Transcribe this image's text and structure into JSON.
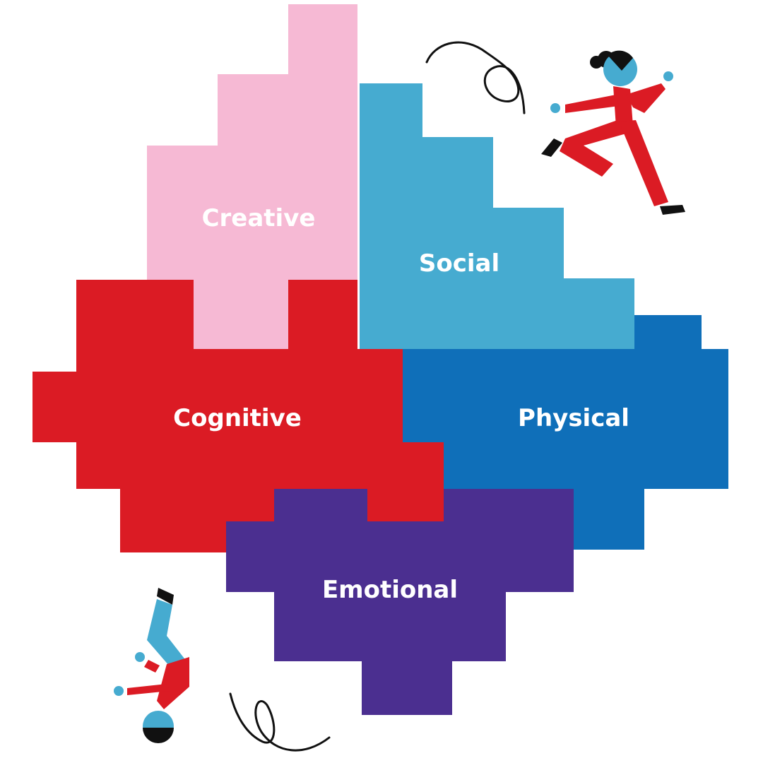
{
  "diagram": {
    "blocks": [
      {
        "id": "creative",
        "label": "Creative",
        "color": "#f6b9d4"
      },
      {
        "id": "social",
        "label": "Social",
        "color": "#46abd0"
      },
      {
        "id": "physical",
        "label": "Physical",
        "color": "#0f6fb9"
      },
      {
        "id": "cognitive",
        "label": "Cognitive",
        "color": "#db1b24"
      },
      {
        "id": "emotional",
        "label": "Emotional",
        "color": "#4b2f90"
      }
    ],
    "figure_colors": {
      "body": "#db1b24",
      "head": "#46abd0",
      "hair": "#111111",
      "legs": "#46abd0"
    }
  }
}
